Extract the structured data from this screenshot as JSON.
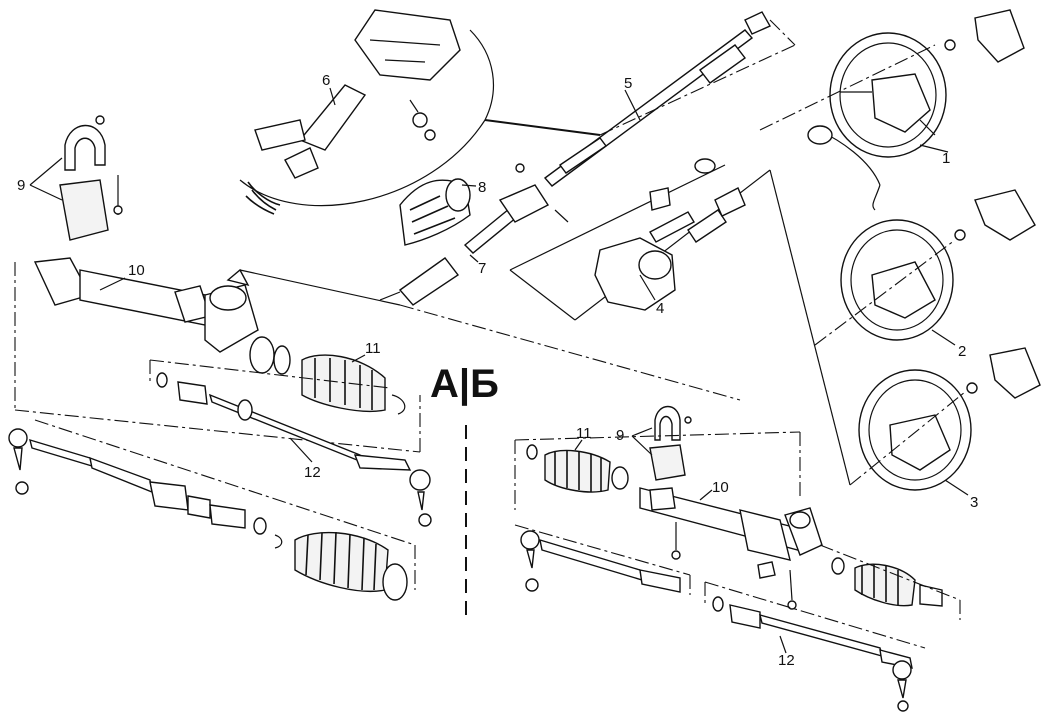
{
  "section_marker": "А|Б",
  "labels": {
    "l1": "1",
    "l2": "2",
    "l3": "3",
    "l4": "4",
    "l5": "5",
    "l6": "6",
    "l7": "7",
    "l8": "8",
    "l9a": "9",
    "l10a": "10",
    "l11a": "11",
    "l12a": "12",
    "l9b": "9",
    "l10b": "10",
    "l11b": "11",
    "l12b": "12"
  }
}
